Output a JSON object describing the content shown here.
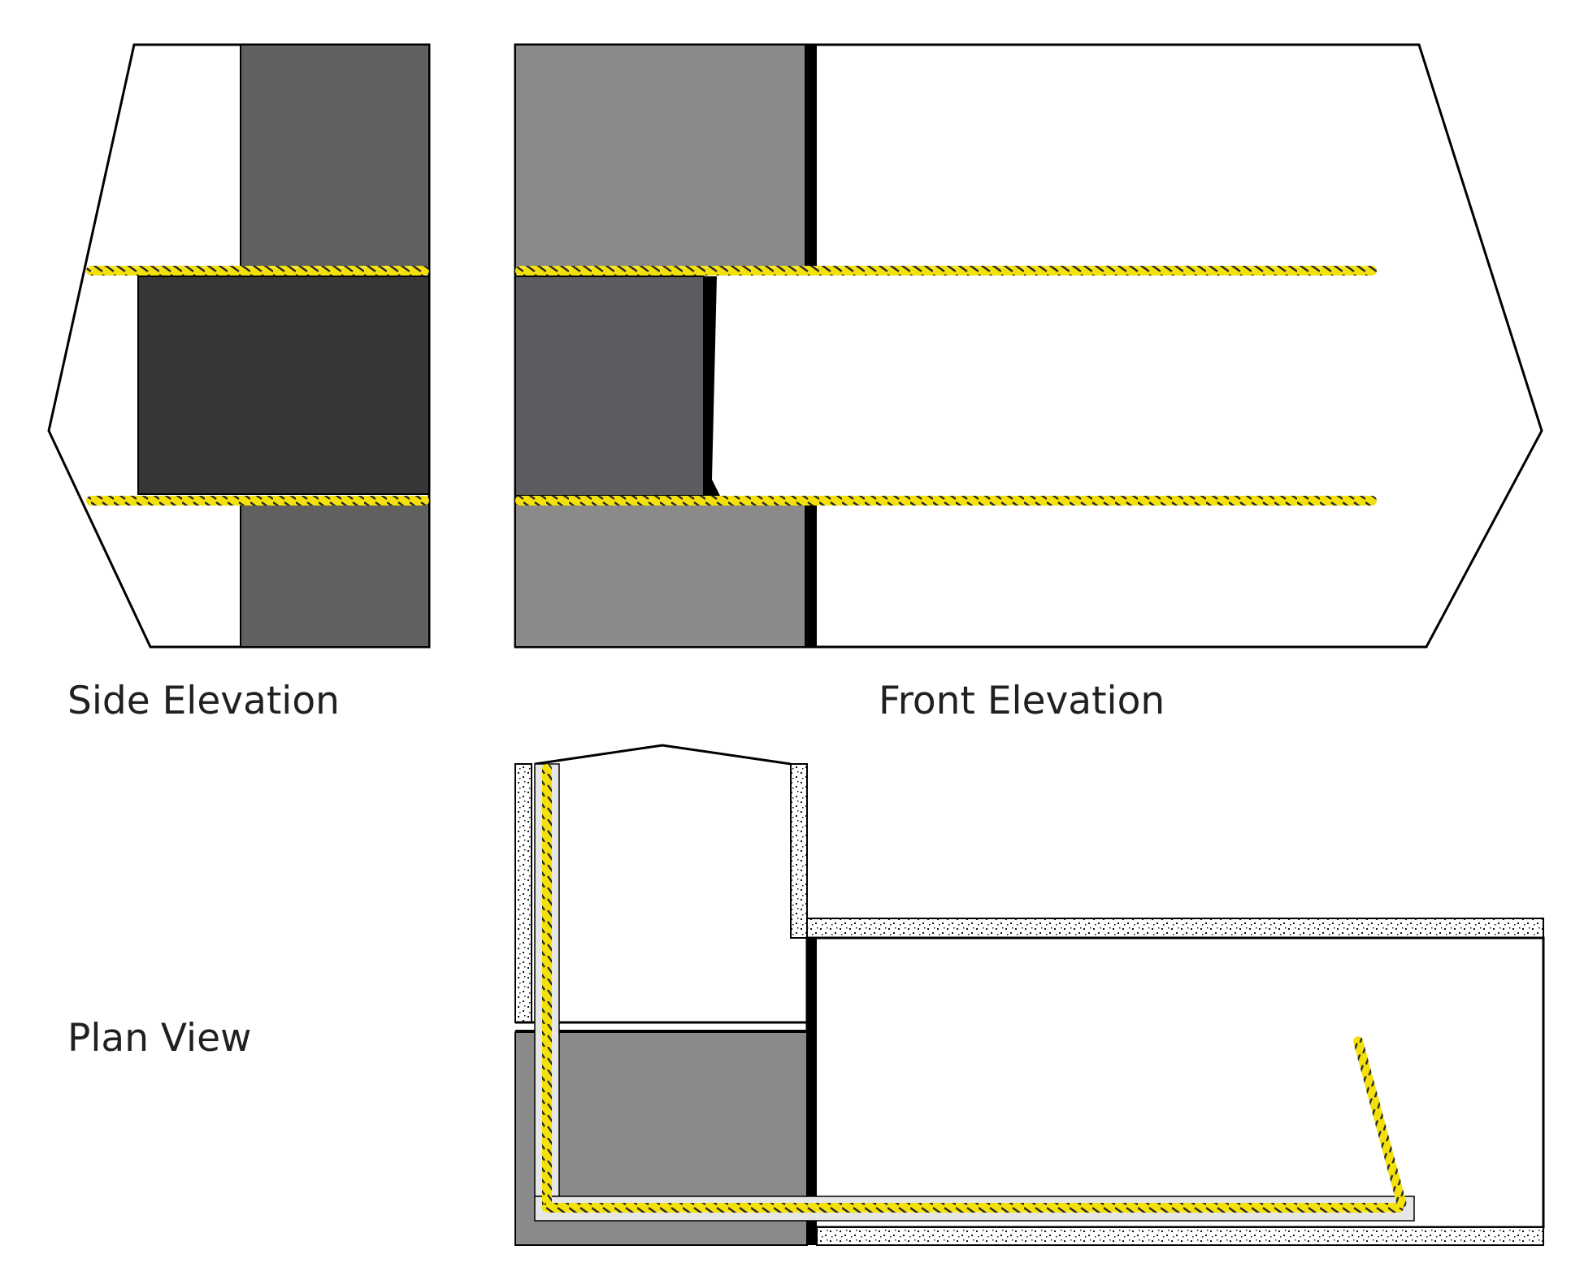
{
  "labels": {
    "side_elevation": "Side Elevation",
    "front_elevation": "Front Elevation",
    "plan_view": "Plan View"
  },
  "colors": {
    "outline": "#000000",
    "wall_medium_gray": "#8a8a8a",
    "wall_dark_gray": "#606060",
    "core_darkest": "#383536",
    "core_dark_front": "#5b5c60",
    "rope_yellow": "#f4e10c",
    "rope_stripe": "#2a2a2a",
    "channel_light_gray": "#e6e6e6",
    "concrete_fill": "#ffffff",
    "concrete_dots": "#111111",
    "background": "#ffffff"
  },
  "icons": {
    "rope": "twisted-yellow-rope",
    "concrete": "stippled-concrete-hatch"
  }
}
